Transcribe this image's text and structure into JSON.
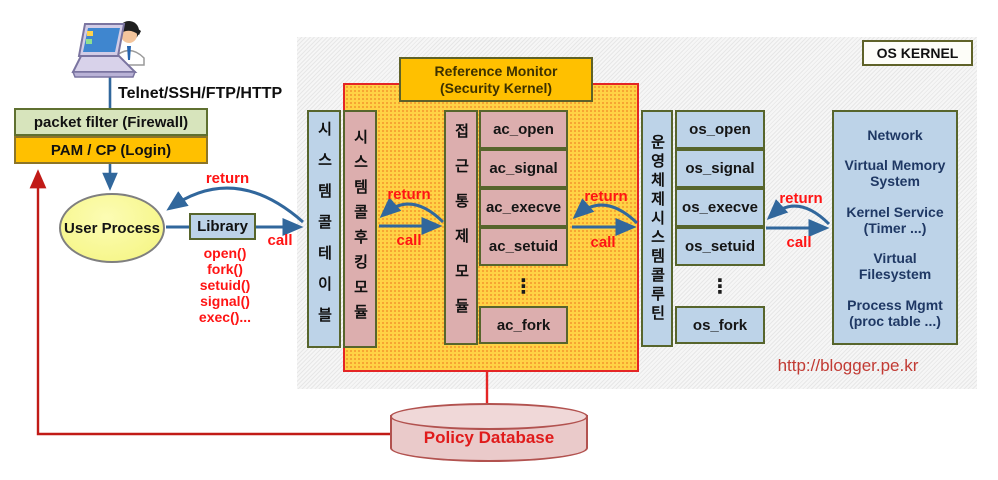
{
  "client": {
    "protocols": "Telnet/SSH/FTP/HTTP",
    "firewall_label": "packet filter (Firewall)",
    "login_label": "PAM / CP (Login)",
    "user_process_label": "User Process",
    "library_label": "Library",
    "syscall_examples": [
      "open()",
      "fork()",
      "setuid()",
      "signal()",
      "exec()..."
    ]
  },
  "flow_labels": {
    "return": "return",
    "call": "call"
  },
  "kernel": {
    "panel_label": "OS KERNEL",
    "monitor_title": "Reference Monitor",
    "monitor_subtitle": "(Security Kernel)",
    "syscall_table_bar": "시스템콜테이블",
    "hooking_module_bar": "시스템콜후킹모듈",
    "access_control_bar": "접근통제모듈",
    "os_routine_bar": "운영체제시스템콜루틴",
    "ac_handlers": [
      "ac_open",
      "ac_signal",
      "ac_execve",
      "ac_setuid",
      "⋮",
      "ac_fork"
    ],
    "os_handlers": [
      "os_open",
      "os_signal",
      "os_execve",
      "os_setuid",
      "⋮",
      "os_fork"
    ],
    "services": [
      "Network",
      "Virtual Memory\nSystem",
      "Kernel Service\n(Timer ...)",
      "Virtual\nFilesystem",
      "Process Mgmt\n(proc table ...)"
    ]
  },
  "footer": {
    "url": "http://blogger.pe.kr",
    "policy_db_label": "Policy Database"
  },
  "colors": {
    "accent_red": "#E42525",
    "arrow_blue": "#31679C",
    "pink_fill": "#DCAEAE",
    "blue_fill": "#BDD3E8",
    "gold_fill": "#FFC000",
    "firewall_green": "#D7E4BC",
    "ellipse_yellow": "#F8F896"
  }
}
